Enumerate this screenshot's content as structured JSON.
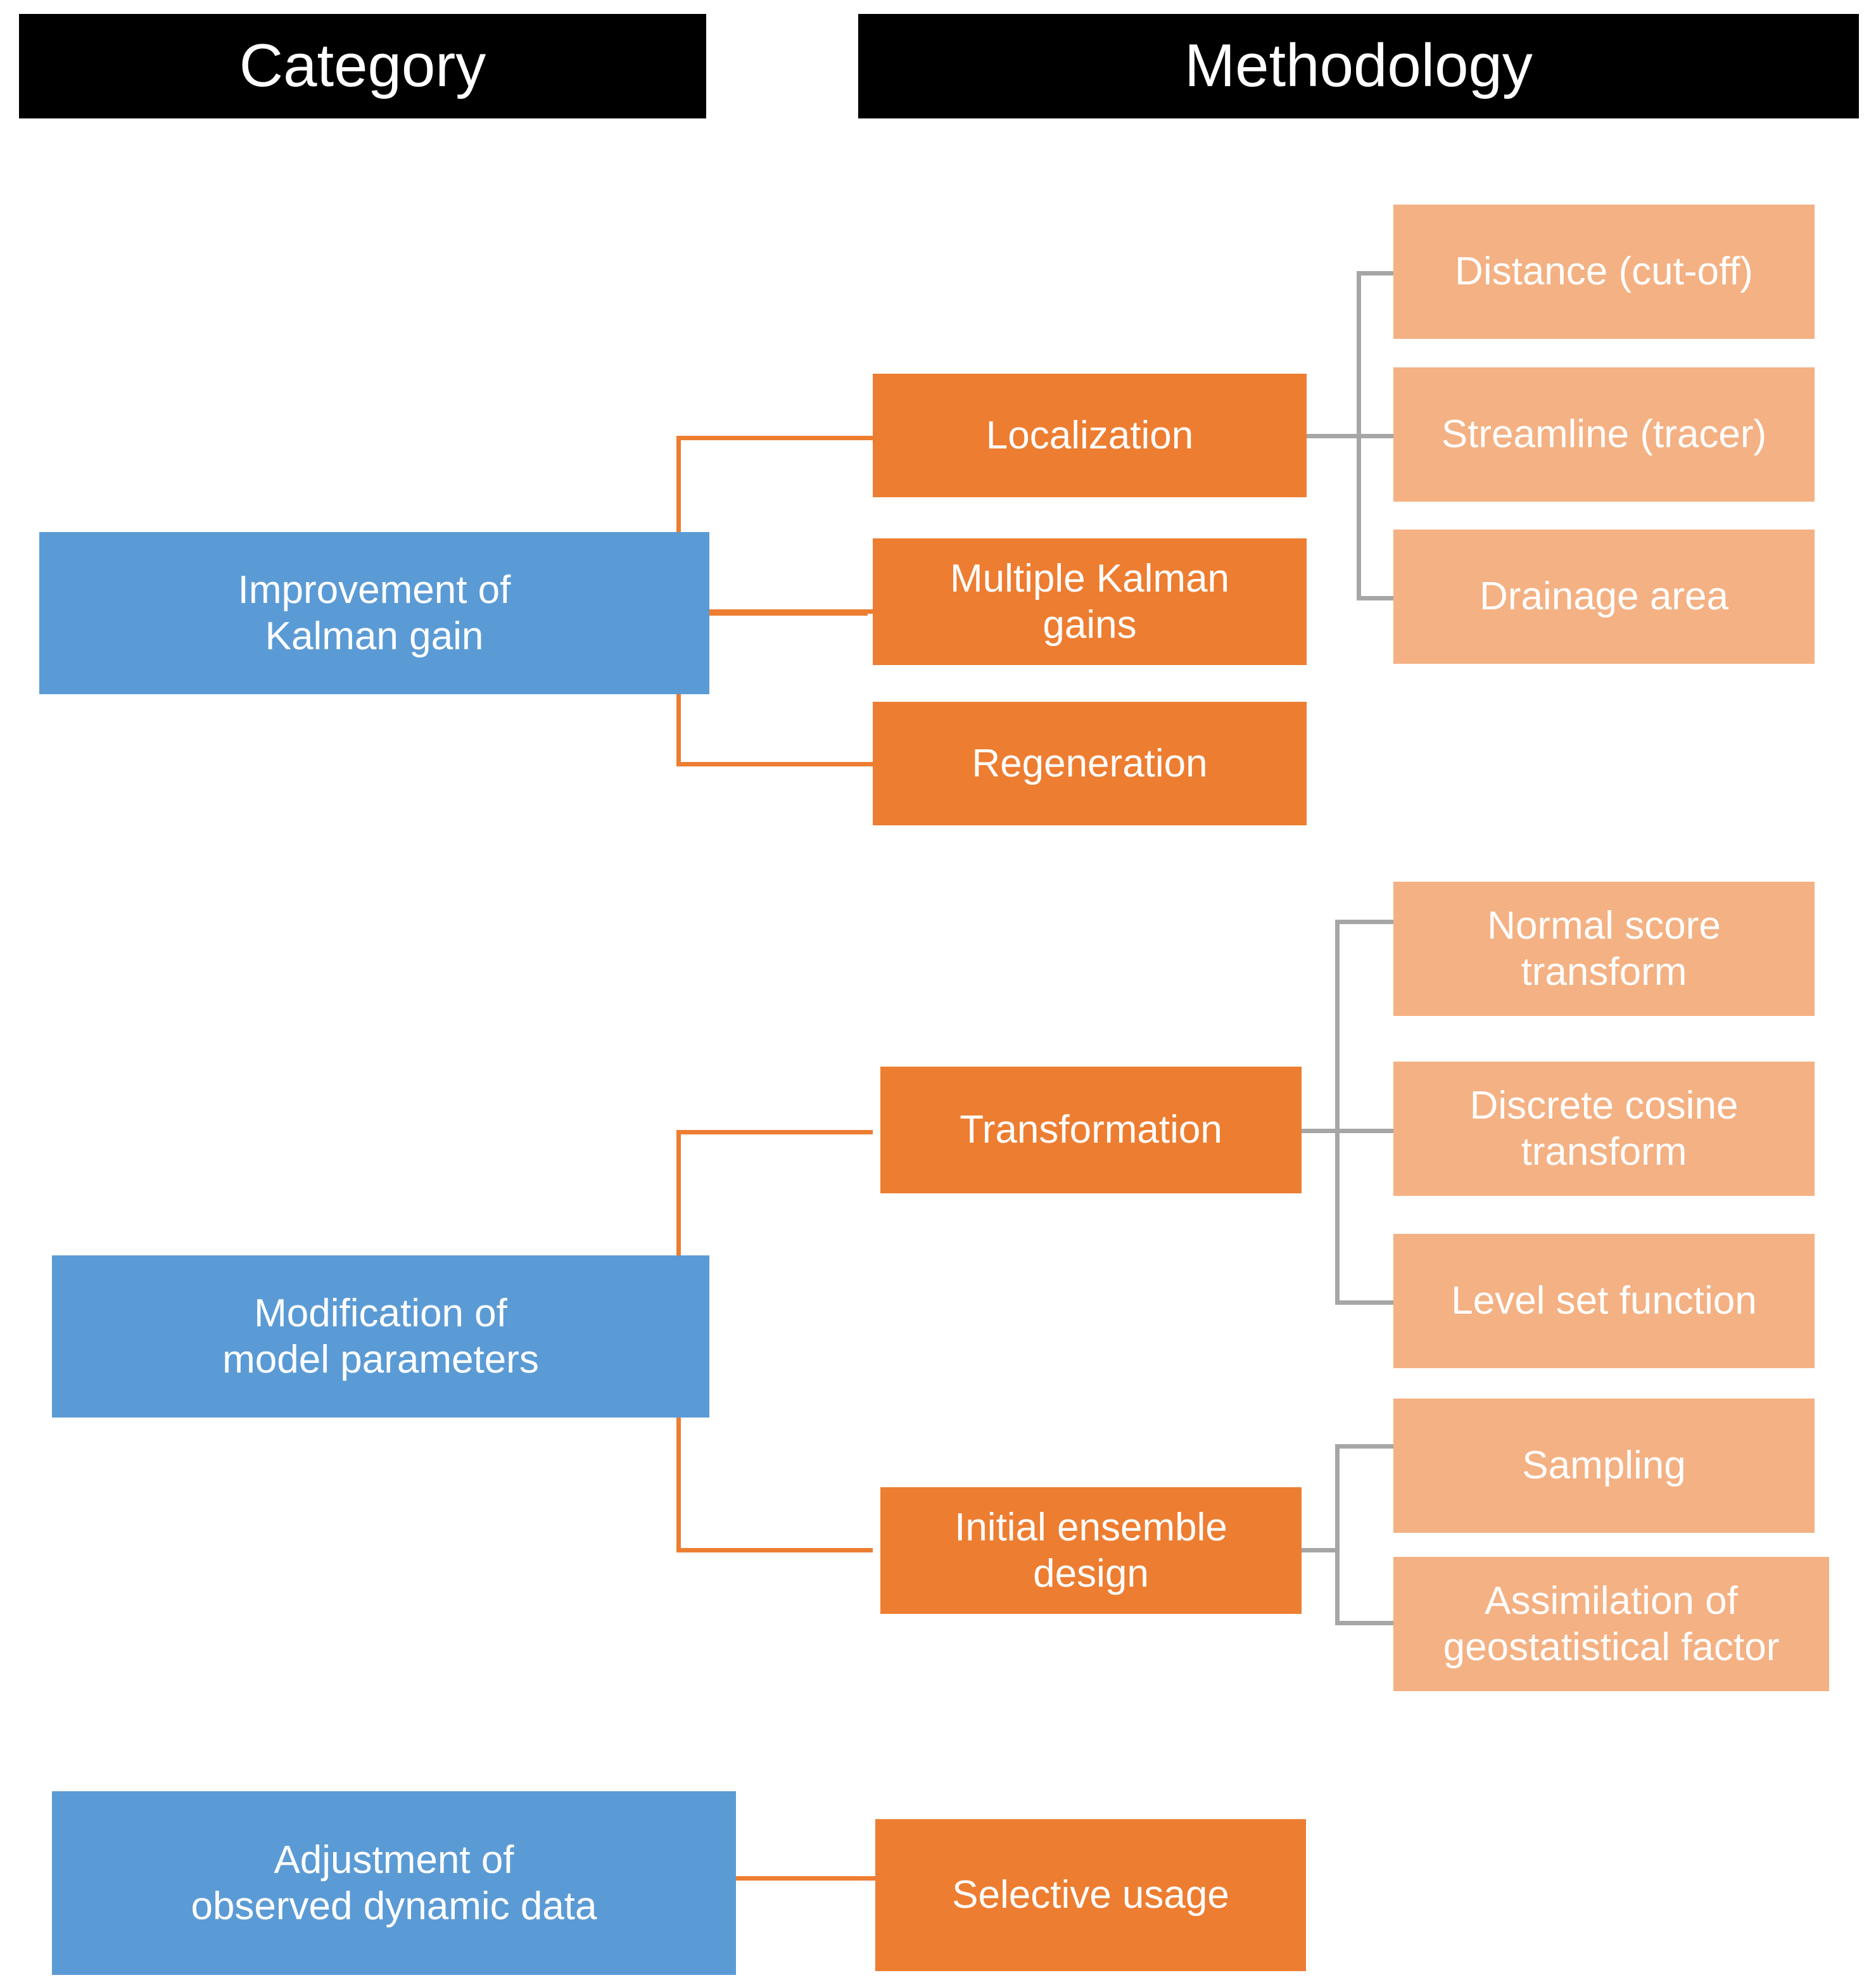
{
  "headers": {
    "category": "Category",
    "methodology": "Methodology"
  },
  "colors": {
    "header_bg": "#000000",
    "header_text": "#FFFFFF",
    "level1": "#5B9BD5",
    "level2": "#ED7D31",
    "level3": "#F4B183",
    "connector_orange": "#ED7D31",
    "connector_gray": "#A6A6A6",
    "background": "#FFFFFF"
  },
  "chart_data": {
    "type": "tree",
    "title": "Category / Methodology",
    "columns": [
      "Category",
      "Methodology"
    ],
    "nodes": [
      {
        "id": "cat1",
        "level": 1,
        "label": "Improvement of\nKalman gain",
        "children": [
          {
            "id": "m1",
            "level": 2,
            "label": "Localization",
            "children": [
              {
                "id": "s1",
                "level": 3,
                "label": "Distance (cut-off)"
              },
              {
                "id": "s2",
                "level": 3,
                "label": "Streamline (tracer)"
              },
              {
                "id": "s3",
                "level": 3,
                "label": "Drainage area"
              }
            ]
          },
          {
            "id": "m2",
            "level": 2,
            "label": "Multiple Kalman\ngains",
            "children": []
          },
          {
            "id": "m3",
            "level": 2,
            "label": "Regeneration",
            "children": []
          }
        ]
      },
      {
        "id": "cat2",
        "level": 1,
        "label": "Modification of\nmodel parameters",
        "children": [
          {
            "id": "m4",
            "level": 2,
            "label": "Transformation",
            "children": [
              {
                "id": "s4",
                "level": 3,
                "label": "Normal score\ntransform"
              },
              {
                "id": "s5",
                "level": 3,
                "label": "Discrete cosine\ntransform"
              },
              {
                "id": "s6",
                "level": 3,
                "label": "Level set function"
              }
            ]
          },
          {
            "id": "m5",
            "level": 2,
            "label": "Initial ensemble\ndesign",
            "children": [
              {
                "id": "s7",
                "level": 3,
                "label": "Sampling"
              },
              {
                "id": "s8",
                "level": 3,
                "label": "Assimilation of\ngeostatistical factor"
              }
            ]
          }
        ]
      },
      {
        "id": "cat3",
        "level": 1,
        "label": "Adjustment of\nobserved dynamic data",
        "children": [
          {
            "id": "m6",
            "level": 2,
            "label": "Selective usage",
            "children": []
          }
        ]
      }
    ]
  },
  "boxes": {
    "cat1": {
      "line1": "Improvement of",
      "line2": "Kalman gain"
    },
    "cat2": {
      "line1": "Modification of",
      "line2": "model parameters"
    },
    "cat3": {
      "line1": "Adjustment of",
      "line2": "observed dynamic data"
    },
    "m1": {
      "label": "Localization"
    },
    "m2": {
      "line1": "Multiple Kalman",
      "line2": "gains"
    },
    "m3": {
      "label": "Regeneration"
    },
    "m4": {
      "label": "Transformation"
    },
    "m5": {
      "line1": "Initial ensemble",
      "line2": "design"
    },
    "m6": {
      "label": "Selective usage"
    },
    "s1": {
      "label": "Distance (cut-off)"
    },
    "s2": {
      "label": "Streamline (tracer)"
    },
    "s3": {
      "label": "Drainage area"
    },
    "s4": {
      "line1": "Normal score",
      "line2": "transform"
    },
    "s5": {
      "line1": "Discrete cosine",
      "line2": "transform"
    },
    "s6": {
      "label": "Level set function"
    },
    "s7": {
      "label": "Sampling"
    },
    "s8": {
      "line1": "Assimilation of",
      "line2": "geostatistical factor"
    }
  }
}
